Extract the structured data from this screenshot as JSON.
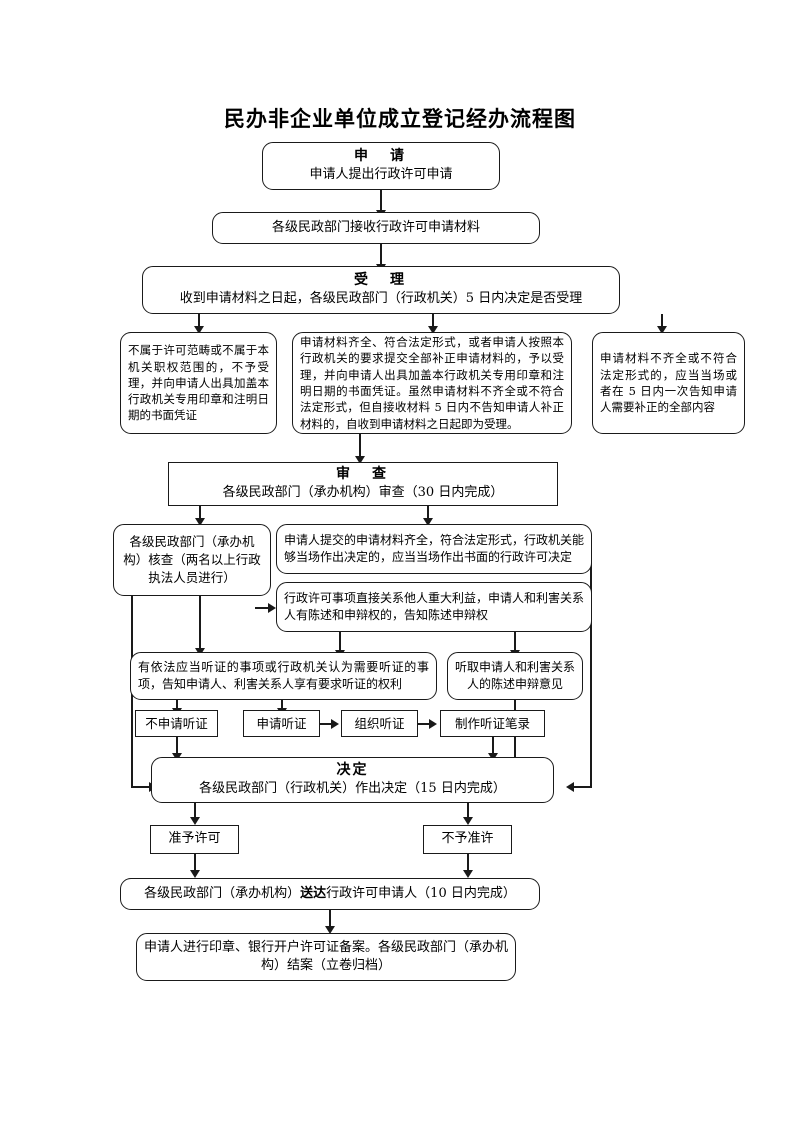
{
  "document": {
    "title": "民办非企业单位成立登记经办流程图"
  },
  "nodes": {
    "apply": {
      "heading": "申　请",
      "body": "申请人提出行政许可申请"
    },
    "receive_materials": {
      "body": "各级民政部门接收行政许可申请材料"
    },
    "acceptance": {
      "heading": "受　理",
      "body": "收到申请材料之日起，各级民政部门（行政机关）5 日内决定是否受理"
    },
    "not_in_scope": {
      "body": "不属于许可范畴或不属于本机关职权范围的，不予受理，并向申请人出具加盖本行政机关专用印章和注明日期的书面凭证"
    },
    "accept_complete": {
      "body": "申请材料齐全、符合法定形式，或者申请人按照本行政机关的要求提交全部补正申请材料的，予以受理，并向申请人出具加盖本行政机关专用印章和注明日期的书面凭证。虽然申请材料不齐全或不符合法定形式，但自接收材料 5 日内不告知申请人补正材料的，自收到申请材料之日起即为受理。"
    },
    "notify_correction": {
      "body": "申请材料不齐全或不符合法定形式的，应当当场或者在 5 日内一次告知申请人需要补正的全部内容"
    },
    "review": {
      "heading": "审　查",
      "body": "各级民政部门（承办机构）审查（30 日内完成）"
    },
    "verify": {
      "body": "各级民政部门（承办机构）核查（两名以上行政执法人员进行）"
    },
    "on_site_decision": {
      "body": "申请人提交的申请材料齐全，符合法定形式，行政机关能够当场作出决定的，应当当场作出书面的行政许可决定"
    },
    "third_party_rights": {
      "body": "行政许可事项直接关系他人重大利益，申请人和利害关系人有陈述和申辩权的，告知陈述申辩权"
    },
    "hearing_rights": {
      "body": "有依法应当听证的事项或行政机关认为需要听证的事项，告知申请人、利害关系人享有要求听证的权利"
    },
    "hear_statements": {
      "body": "听取申请人和利害关系人的陈述申辩意见"
    },
    "no_hearing_request": {
      "body": "不申请听证"
    },
    "hearing_request": {
      "body": "申请听证"
    },
    "organize_hearing": {
      "body": "组织听证"
    },
    "hearing_record": {
      "body": "制作听证笔录"
    },
    "decision": {
      "heading": "决定",
      "body": "各级民政部门（行政机关）作出决定（15 日内完成）"
    },
    "approve": {
      "body": "准予许可"
    },
    "reject": {
      "body": "不予准许"
    },
    "serve_applicant": {
      "prefix": "各级民政部门（承办机构）",
      "emphasis": "送达",
      "suffix": "行政许可申请人（10 日内完成）"
    },
    "filing": {
      "body": "申请人进行印章、银行开户许可证备案。各级民政部门（承办机构）结案（立卷归档）"
    }
  },
  "theme": {
    "line_color": "#1a1a1a",
    "background": "#ffffff",
    "text_color": "#000000"
  }
}
